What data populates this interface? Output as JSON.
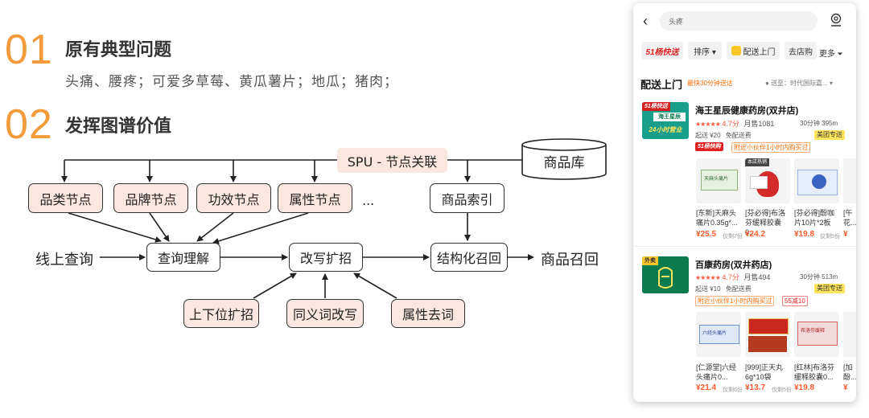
{
  "section1": {
    "num": "01",
    "title": "原有典型问题",
    "text": "头痛、腰疼；可爱多草莓、黄瓜薯片；地瓜；猪肉；"
  },
  "section2": {
    "num": "02",
    "title": "发挥图谱价值"
  },
  "diagram": {
    "spu": "SPU - 节点关联",
    "db": "商品库",
    "nodes": {
      "category": "品类节点",
      "brand": "品牌节点",
      "effect": "功效节点",
      "attribute": "属性节点",
      "ellipsis": "..."
    },
    "index": "商品索引",
    "online_query": "线上查询",
    "query_understanding": "查询理解",
    "rewrite": "改写扩招",
    "structured_recall": "结构化召回",
    "product_recall": "商品召回",
    "hypernym": "上下位扩招",
    "synonym": "同义词改写",
    "attr_removal": "属性去词"
  },
  "phone": {
    "search_placeholder": "头疼",
    "filters": {
      "logo": "51杨快送",
      "sort": "排序 ▾",
      "delivery": "配送上门",
      "pickup": "去店购",
      "more": "更多"
    },
    "section_title": "配送上门",
    "section_sub": "最快30分钟送达",
    "location": "送至：时代国际嘉... ▾",
    "stores": [
      {
        "name": "海王星辰健康药房(双井店)",
        "rating": "4.7分",
        "monthly": "月售1081",
        "time_dist": "30分钟 395m",
        "min_order": "起送 ¥20",
        "fee": "免配送费",
        "tag": "美团专送",
        "promo1": "51杨快购",
        "promo2": "附近小伙伴1小时内购买过",
        "badge_top": "51杨快送",
        "logo_line1": "海王星辰",
        "logo_line2": "24小时营业",
        "hot_label": "本店热销",
        "products": [
          {
            "name": "[东新]天麻头痛片0.35g*...",
            "price": "¥25.5",
            "sold": "仅剩7份"
          },
          {
            "name": "[芬必得]布洛芬缓释胶囊0...",
            "price": "¥24.2",
            "sold": ""
          },
          {
            "name": "[芬必得]酚咖片10片*2板",
            "price": "¥19.8",
            "sold": "仅剩5份"
          },
          {
            "name": "[午花...",
            "price": "¥",
            "sold": ""
          }
        ]
      },
      {
        "name": "百康药房(双井药店)",
        "rating": "4.7分",
        "monthly": "月售494",
        "time_dist": "30分钟 513m",
        "min_order": "起送 ¥10",
        "fee": "免配送费",
        "tag": "美团专送",
        "promo2": "附近小伙伴1小时内购买过",
        "promo3": "55减10",
        "badge_top": "外卖",
        "products": [
          {
            "name": "[仁源堂]六经头痛片0...",
            "price": "¥21.4",
            "sold": "仅剩6份"
          },
          {
            "name": "[999]正天丸6g*10袋",
            "price": "¥13.7",
            "sold": "仅剩5份"
          },
          {
            "name": "[红林]布洛芬缓释胶囊0...",
            "price": "¥19.8",
            "sold": ""
          },
          {
            "name": "[加酚...",
            "price": "¥",
            "sold": ""
          }
        ]
      }
    ]
  },
  "colors": {
    "accent": "#f39a3a",
    "pink": "#fbe6e0",
    "price": "#ff5a2c",
    "mt_yellow": "#ffe45c",
    "green": "#0c7a4f"
  }
}
